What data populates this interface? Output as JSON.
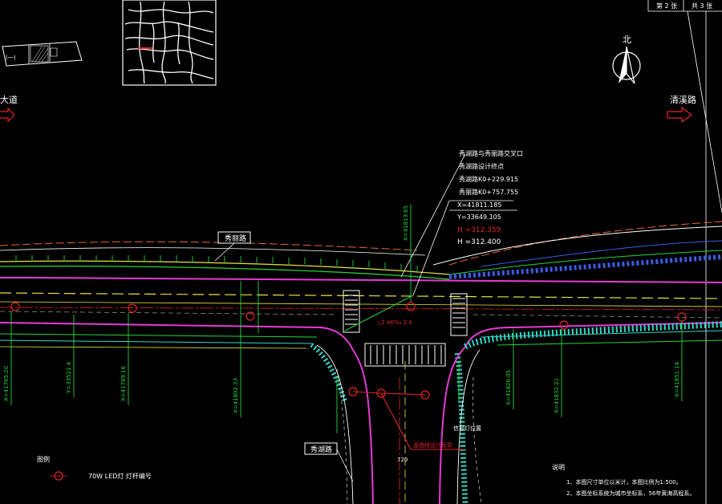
{
  "sheet": {
    "left": "第 2 张",
    "right": "共 3 张"
  },
  "north_label": "北",
  "inset": {
    "mark": "(一)"
  },
  "left_direction": "大道",
  "right_direction": "清溪路",
  "main_road_label": "秀丽路",
  "side_road_label": "秀湖路",
  "intersection_note": [
    "秀湖路与秀丽路交叉口",
    "秀湖路设计终点",
    "秀湖路K0+229.915",
    "秀丽路K0+757.755",
    "X=41811.185",
    "Y=33649.105"
  ],
  "elev_red": "H =312.359",
  "elev_white": "H =312.400",
  "crosswalk_note": "△2.46‰ 2.4",
  "red_callout": "竖曲线设计标高",
  "small_label": "信号灯位置",
  "num_720": "720",
  "legend": {
    "title": "图例",
    "item": "70W LED灯  灯杆编号"
  },
  "notes": {
    "title": "说明",
    "items": [
      "1、本图尺寸单位以米计，本图比例为1:500。",
      "2、本图坐标系统为城市坐标系，56年黄海高程系。"
    ]
  },
  "colors": {
    "bg": "#000000",
    "white": "#ffffff",
    "green": "#22d63a",
    "cyan": "#34d7c8",
    "magenta": "#e43ad2",
    "yellow": "#e8e43a",
    "red": "#e02525",
    "orange": "#e46a2a",
    "blue": "#3a5ce6",
    "gray": "#8a8a8a"
  }
}
